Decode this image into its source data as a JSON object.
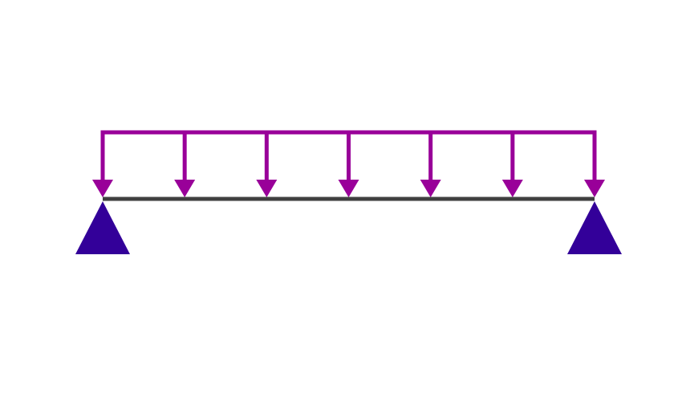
{
  "diagram": {
    "type": "simply-supported-beam-uniform-load",
    "load": {
      "kind": "uniformly-distributed",
      "direction": "down",
      "arrow_count": 7
    },
    "supports": [
      {
        "position": "left",
        "kind": "pin-triangle"
      },
      {
        "position": "right",
        "kind": "pin-triangle"
      }
    ],
    "colors": {
      "load": "#990099",
      "support": "#330099",
      "beam": "#404040",
      "background": "#ffffff"
    }
  }
}
